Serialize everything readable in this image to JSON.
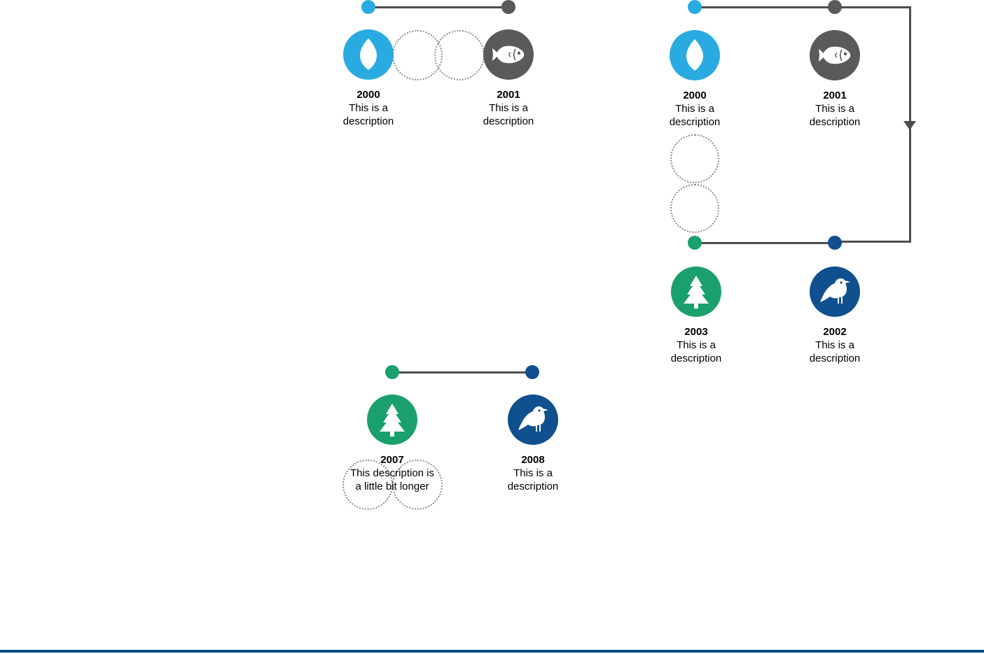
{
  "theme": {
    "color_flame": "#29ABE2",
    "color_fish": "#5A5A5A",
    "color_tree": "#1AA06D",
    "color_bird": "#10508F",
    "color_line": "#4D4D4D",
    "color_ghost": "#8C8C8C",
    "color_footer": "#004B87",
    "color_text": "#000000"
  },
  "groups": [
    {
      "id": "timeline-top-left",
      "nodes": [
        {
          "year": "2000",
          "desc": "This is a\ndescription",
          "icon": "flame-icon",
          "color": "#29ABE2"
        },
        {
          "year": "2001",
          "desc": "This is a\ndescription",
          "icon": "fish-icon",
          "color": "#5A5A5A"
        }
      ]
    },
    {
      "id": "timeline-right",
      "nodes": [
        {
          "year": "2000",
          "desc": "This is a\ndescription",
          "icon": "flame-icon",
          "color": "#29ABE2"
        },
        {
          "year": "2001",
          "desc": "This is a\ndescription",
          "icon": "fish-icon",
          "color": "#5A5A5A"
        },
        {
          "year": "2003",
          "desc": "This is a\ndescription",
          "icon": "tree-icon",
          "color": "#1AA06D"
        },
        {
          "year": "2002",
          "desc": "This is a\ndescription",
          "icon": "bird-icon",
          "color": "#10508F"
        }
      ]
    },
    {
      "id": "timeline-bottom-left",
      "nodes": [
        {
          "year": "2007",
          "desc": "This description is\na little bit longer",
          "icon": "tree-icon",
          "color": "#1AA06D"
        },
        {
          "year": "2008",
          "desc": "This is a\ndescription",
          "icon": "bird-icon",
          "color": "#10508F"
        }
      ]
    }
  ],
  "labels": {
    "g1_n1_year": "2000",
    "g1_n1_desc_line1": "This is a",
    "g1_n1_desc_line2": "description",
    "g1_n2_year": "2001",
    "g1_n2_desc_line1": "This is a",
    "g1_n2_desc_line2": "description",
    "g2_n1_year": "2000",
    "g2_n1_desc_line1": "This is a",
    "g2_n1_desc_line2": "description",
    "g2_n2_year": "2001",
    "g2_n2_desc_line1": "This is a",
    "g2_n2_desc_line2": "description",
    "g2_n3_year": "2003",
    "g2_n3_desc_line1": "This is a",
    "g2_n3_desc_line2": "description",
    "g2_n4_year": "2002",
    "g2_n4_desc_line1": "This is a",
    "g2_n4_desc_line2": "description",
    "g3_n1_year": "2007",
    "g3_n1_desc_line1": "This description is",
    "g3_n1_desc_line2": "a little bit longer",
    "g3_n2_year": "2008",
    "g3_n2_desc_line1": "This is a",
    "g3_n2_desc_line2": "description"
  }
}
